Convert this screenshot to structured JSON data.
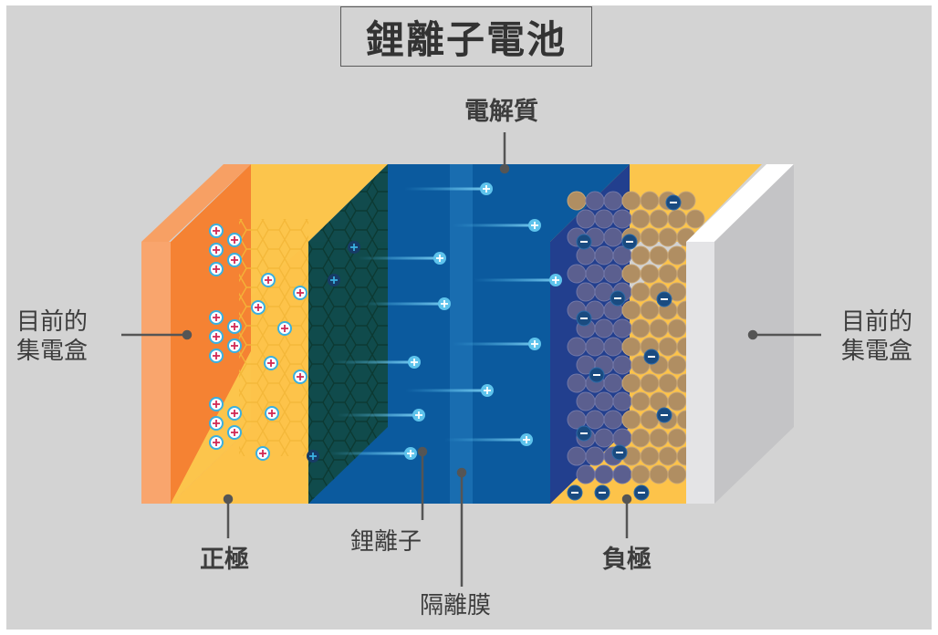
{
  "title": "鋰離子電池",
  "labels": {
    "electrolyte": "電解質",
    "collector_left_line1": "目前的",
    "collector_left_line2": "集電盒",
    "collector_right_line1": "目前的",
    "collector_right_line2": "集電盒",
    "cathode": "正極",
    "li_ion": "鋰離子",
    "separator": "隔離膜",
    "anode": "負極"
  },
  "colors": {
    "background": "#d3d3d3",
    "current_collector_left": "#f58233",
    "cathode": "#fcc54c",
    "electrolyte": "#0b5a9e",
    "separator": "#1c6fb2",
    "anode_overlay": "#1f3d8a",
    "anode_particles": "#b08e62",
    "current_collector_right": "#c6c6c8",
    "li_ion": "#4bb8e8",
    "electron": "#1a4b80",
    "label_line": "#555555"
  },
  "icons": [
    "plus-ion-icon",
    "minus-electron-icon"
  ]
}
